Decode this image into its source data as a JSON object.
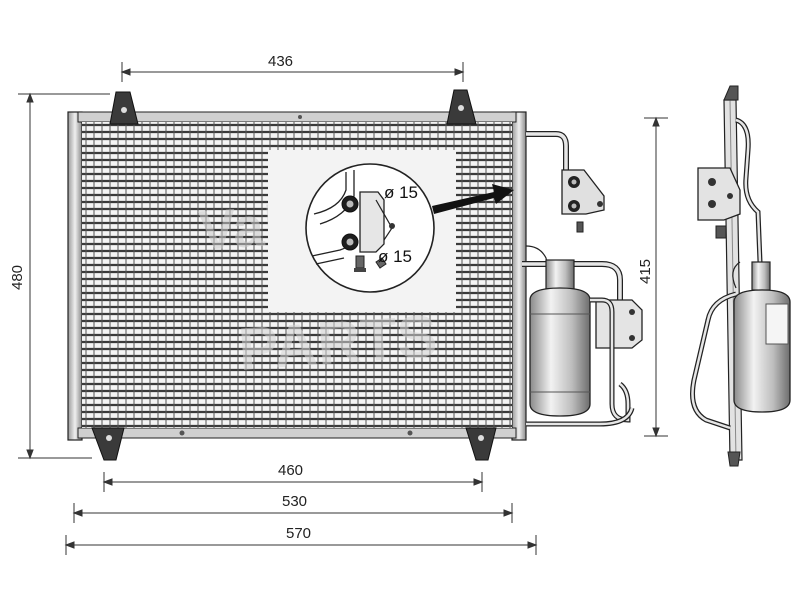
{
  "dimensions": {
    "top_width": "436",
    "height_left": "480",
    "height_right": "415",
    "width_460": "460",
    "width_530": "530",
    "width_570": "570"
  },
  "callout": {
    "port_upper": "ø 15",
    "port_lower": "ø 15"
  },
  "colors": {
    "line": "#222222",
    "core": "#4a4a4a",
    "metal_light": "#d9d9d9",
    "metal_dark": "#7a7a7a",
    "callout_bg": "#f2f2f2",
    "watermark": "#c9c9c9"
  }
}
